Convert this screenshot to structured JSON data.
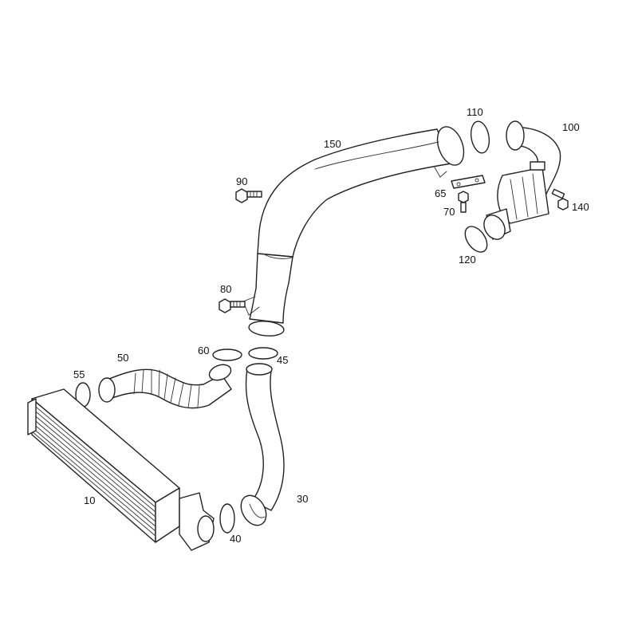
{
  "colors": {
    "line": "#222222",
    "background": "#ffffff"
  },
  "callouts": {
    "p10": "10",
    "p30": "30",
    "p40": "40",
    "p45": "45",
    "p50": "50",
    "p55": "55",
    "p60": "60",
    "p65": "65",
    "p70": "70",
    "p80": "80",
    "p90": "90",
    "p100": "100",
    "p110": "110",
    "p120": "120",
    "p140": "140",
    "p150": "150"
  }
}
